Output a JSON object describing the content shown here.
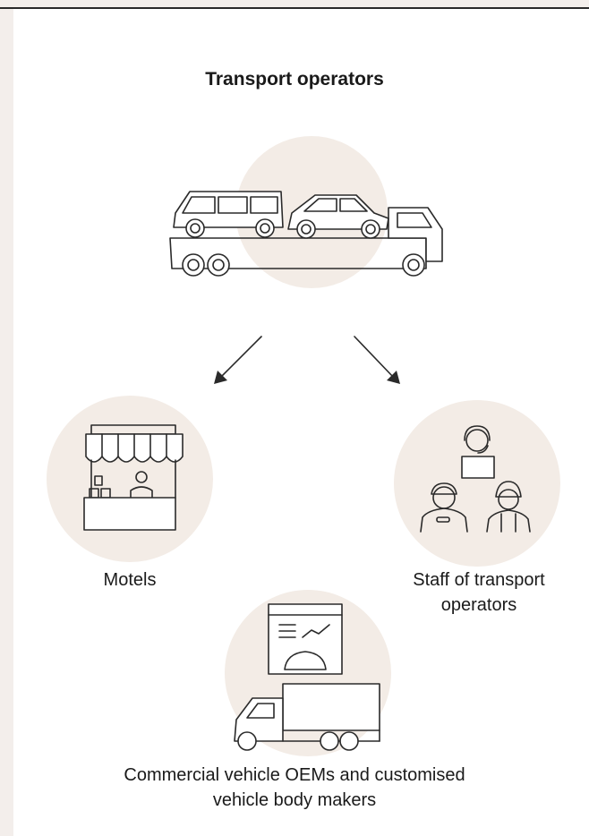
{
  "diagram": {
    "title": "Transport operators",
    "nodes": [
      {
        "id": "motels",
        "label": "Motels"
      },
      {
        "id": "staff",
        "label_lines": [
          "Staff of transport",
          "operators"
        ]
      },
      {
        "id": "oems",
        "label_lines": [
          "Commercial vehicle OEMs and customised",
          "vehicle body makers"
        ]
      }
    ],
    "colors": {
      "bubble": "#f3ece6",
      "page": "#f3eeeb",
      "line": "#2a2a2a"
    }
  }
}
